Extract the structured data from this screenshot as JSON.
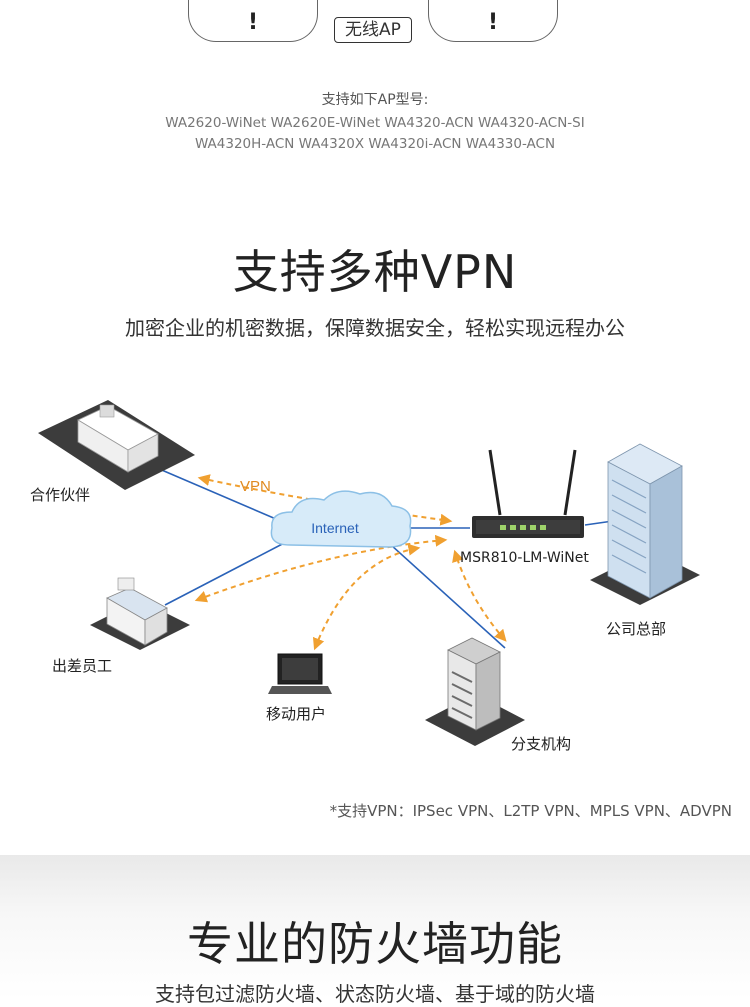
{
  "top": {
    "ap_label": "无线AP",
    "alert_icon_glyph": "!"
  },
  "support": {
    "heading": "支持如下AP型号:",
    "models_line1": "WA2620-WiNet  WA2620E-WiNet  WA4320-ACN  WA4320-ACN-SI",
    "models_line2": "WA4320H-ACN   WA4320X   WA4320i-ACN   WA4330-ACN"
  },
  "vpn": {
    "title": "支持多种VPN",
    "subtitle": "加密企业的机密数据，保障数据安全，轻松实现远程办公",
    "diagram": {
      "vpn_label": "VPN",
      "internet_label": "Internet",
      "partner": "合作伙伴",
      "travel": "出差员工",
      "mobile": "移动用户",
      "branch": "分支机构",
      "hq": "公司总部",
      "router": "MSR810-LM-WiNet"
    },
    "note": "*支持VPN：IPSec VPN、L2TP VPN、MPLS VPN、ADVPN"
  },
  "firewall": {
    "title": "专业的防火墙功能",
    "subtitle": "支持包过滤防火墙、状态防火墙、基于域的防火墙"
  },
  "colors": {
    "link_line": "#2a62b8",
    "vpn_arrow": "#f0a030",
    "cloud": "#cfe6f7"
  }
}
